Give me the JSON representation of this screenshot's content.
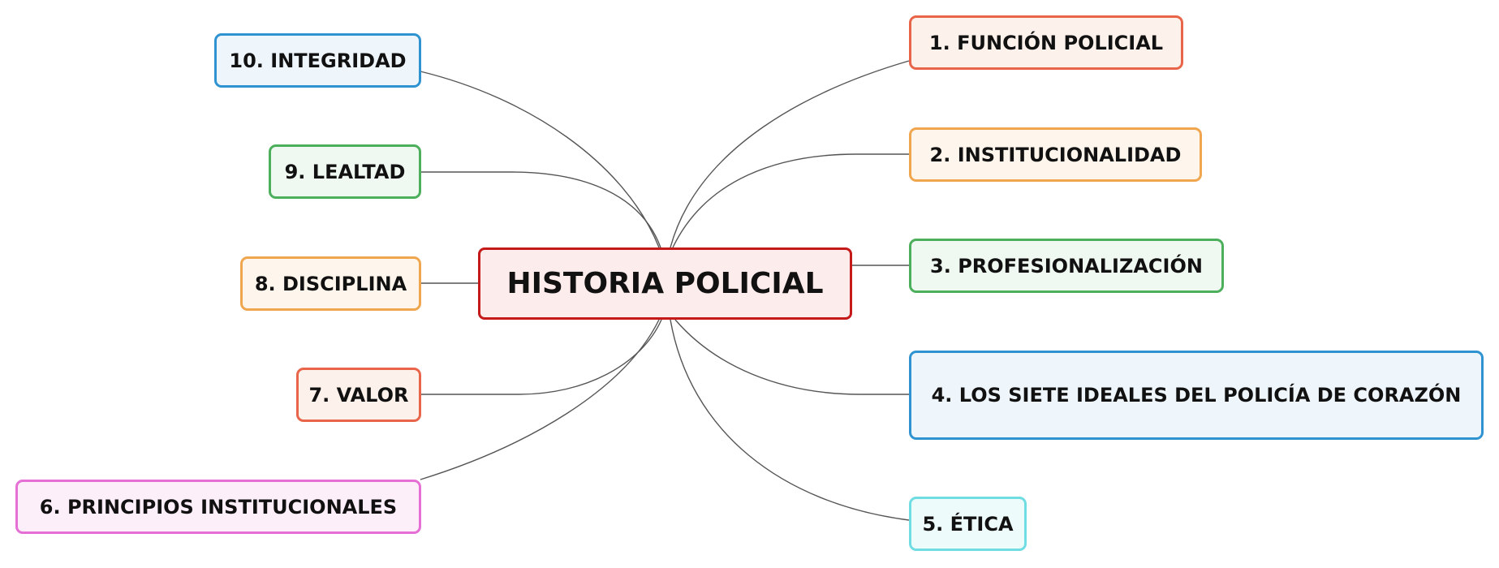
{
  "central": {
    "label": "HISTORIA POLICIAL",
    "fill": "#fdecec",
    "border": "#c41a1a"
  },
  "branches": [
    {
      "id": "b1",
      "label": "1. FUNCIÓN POLICIAL",
      "fill": "#fdf1ec",
      "border": "#e8654a"
    },
    {
      "id": "b2",
      "label": "2. INSTITUCIONALIDAD",
      "fill": "#fef5ec",
      "border": "#f0a64e"
    },
    {
      "id": "b3",
      "label": "3. PROFESIONALIZACIÓN",
      "fill": "#eff8f1",
      "border": "#4caf5c"
    },
    {
      "id": "b4",
      "label": "4. LOS SIETE IDEALES DEL POLICÍA DE CORAZÓN",
      "fill": "#eef6fc",
      "border": "#2f93d1"
    },
    {
      "id": "b5",
      "label": "5. ÉTICA",
      "fill": "#eefbfb",
      "border": "#6fdde2"
    },
    {
      "id": "b6",
      "label": "6. PRINCIPIOS INSTITUCIONALES",
      "fill": "#fdeffa",
      "border": "#e56fd5"
    },
    {
      "id": "b7",
      "label": "7. VALOR",
      "fill": "#fdf1ec",
      "border": "#e8654a"
    },
    {
      "id": "b8",
      "label": "8. DISCIPLINA",
      "fill": "#fef5ec",
      "border": "#f0a64e"
    },
    {
      "id": "b9",
      "label": "9. LEALTAD",
      "fill": "#eff8f1",
      "border": "#4caf5c"
    },
    {
      "id": "b10",
      "label": "10. INTEGRIDAD",
      "fill": "#eef6fc",
      "border": "#2f93d1"
    }
  ],
  "connector_color": "#555555"
}
